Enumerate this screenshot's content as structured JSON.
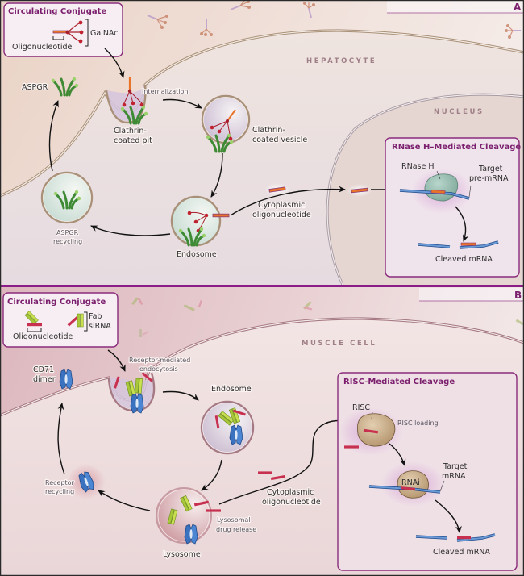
{
  "panel_a": {
    "letter": "A",
    "cell_label": "HEPATOCYTE",
    "nucleus_label": "NUCLEUS",
    "conjugate_box": {
      "title": "Circulating Conjugate",
      "oligo_label": "Oligonucleotide",
      "ligand_label": "GalNAc"
    },
    "labels": {
      "receptor": "ASPGR",
      "internalization": "Internalization",
      "pit_line1": "Clathrin-",
      "pit_line2": "coated pit",
      "vesicle_line1": "Clathrin-",
      "vesicle_line2": "coated vesicle",
      "recycling_line1": "ASPGR",
      "recycling_line2": "recycling",
      "endosome": "Endosome",
      "cyto_line1": "Cytoplasmic",
      "cyto_line2": "oligonucleotide"
    },
    "cleavage_box": {
      "title": "RNase H–Mediated Cleavage",
      "enzyme": "RNase H",
      "target_line1": "Target",
      "target_line2": "pre-mRNA",
      "cleaved": "Cleaved mRNA"
    }
  },
  "panel_b": {
    "letter": "B",
    "cell_label": "MUSCLE CELL",
    "conjugate_box": {
      "title": "Circulating Conjugate",
      "oligo_label": "Oligonucleotide",
      "fab_label": "Fab",
      "sirna_label": "siRNA"
    },
    "labels": {
      "receptor_line1": "CD71",
      "receptor_line2": "dimer",
      "rme_line1": "Receptor-mediated",
      "rme_line2": "endocytosis",
      "endosome": "Endosome",
      "recycling_line1": "Receptor",
      "recycling_line2": "recycling",
      "lysosome": "Lysosome",
      "release_line1": "Lysosomal",
      "release_line2": "drug release",
      "cyto_line1": "Cytoplasmic",
      "cyto_line2": "oligonucleotide"
    },
    "cleavage_box": {
      "title": "RISC-Mediated Cleavage",
      "risc": "RISC",
      "loading": "RISC loading",
      "rnai": "RNAi",
      "target_line1": "Target",
      "target_line2": "mRNA",
      "cleaved": "Cleaved mRNA"
    }
  },
  "colors": {
    "accent": "#7b1f6e",
    "oligo_orange": "#e8742a",
    "oligo_red": "#c8304f",
    "mrna_blue": "#3a6fb8",
    "receptor_green": "#3f8a35",
    "cd71_blue": "#3a72c0",
    "galnac_red": "#b01822"
  }
}
